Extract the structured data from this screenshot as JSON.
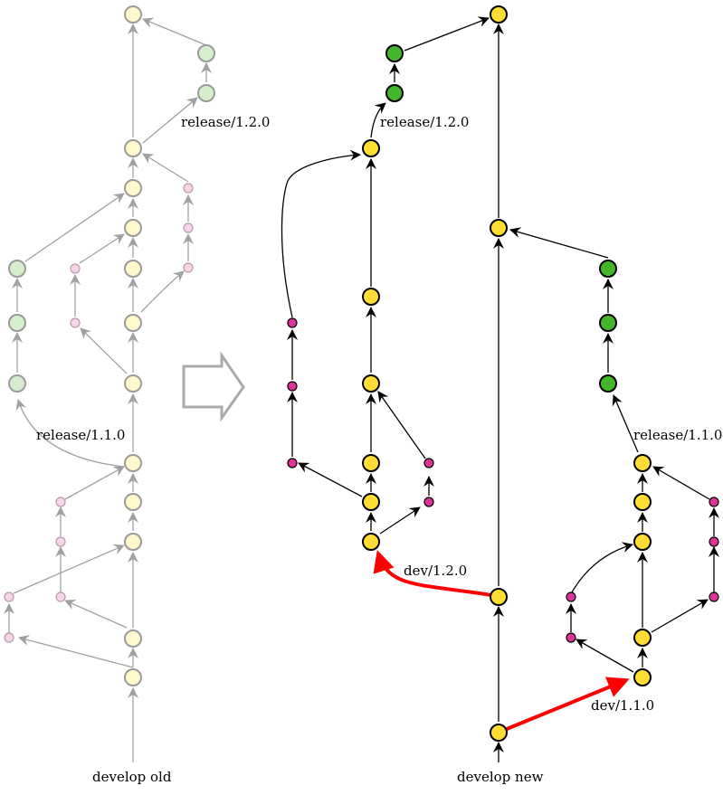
{
  "colors": {
    "main_commit": "#ffdd33",
    "release_commit": "#44b62c",
    "feature_commit": "#dd3399",
    "edge": "#000000",
    "highlight_edge": "#ff0000",
    "faded_main": "#fff8cc",
    "faded_release": "#d6eecd",
    "faded_feature": "#f7d4e8",
    "faded_stroke": "#9a9a9a",
    "faded_edge": "#a0a0a0",
    "transform_arrow": "#aaaaaa"
  },
  "labels": {
    "old_release_120": "release/1.2.0",
    "old_release_110": "release/1.1.0",
    "develop_old": "develop old",
    "new_release_120": "release/1.2.0",
    "new_release_110": "release/1.1.0",
    "dev_120": "dev/1.2.0",
    "dev_110": "dev/1.1.0",
    "develop_new": "develop new"
  },
  "icons": {
    "transform_arrow": "right-arrow-icon"
  }
}
